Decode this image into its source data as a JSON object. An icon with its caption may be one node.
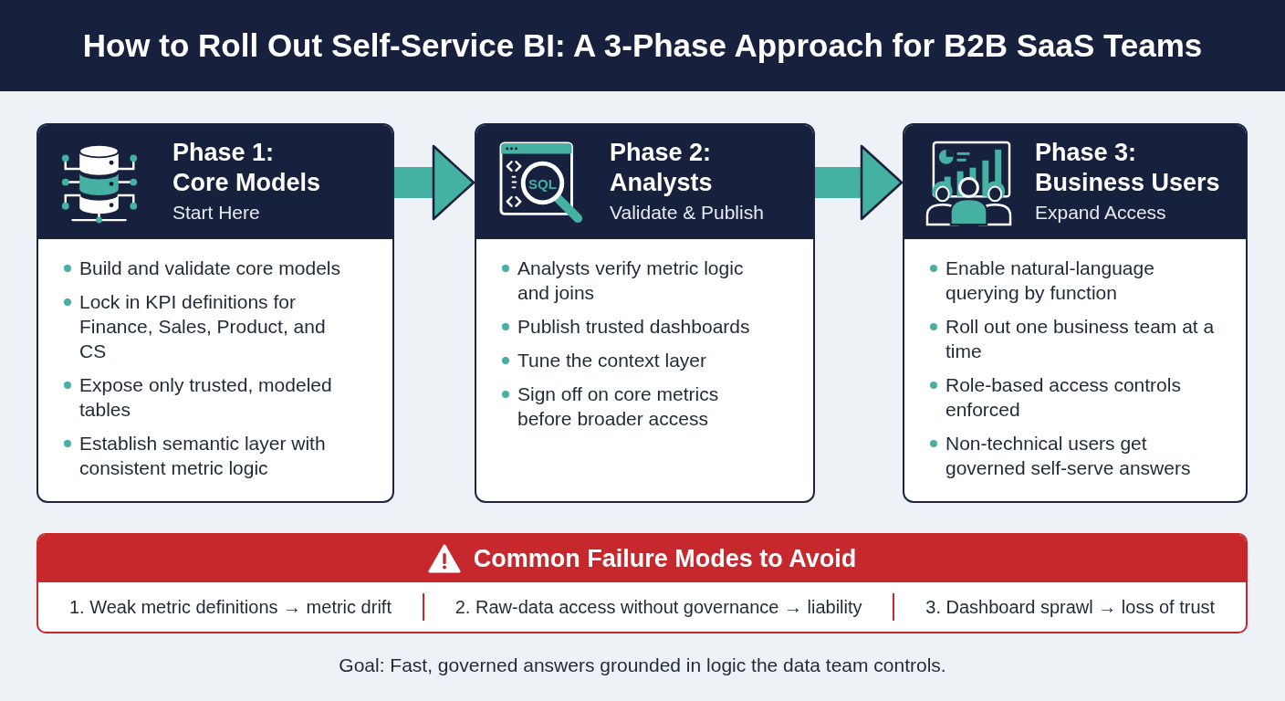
{
  "diagram": {
    "title": "How to Roll Out Self-Service BI: A 3-Phase Approach for B2B SaaS Teams",
    "caption": "Goal: Fast, governed answers grounded in logic the data team controls.",
    "nodes": [
      {
        "text": [
          "Phase 1: Core Models",
          "Start Here",
          "Build and validate core models",
          "Lock in KPI definitions for Finance, Sales, Product, and CS",
          "Expose only trusted, modeled tables",
          "Establish semantic layer with consistent metric logic"
        ]
      },
      {
        "text": [
          "Phase 2: Analysts",
          "Validate & Publish",
          "Analysts verify metric logic and joins",
          "Publish trusted dashboards",
          "Tune the context layer",
          "Sign off on core metrics before broader access"
        ]
      },
      {
        "text": [
          "Phase 3: Business Users",
          "Expand Access",
          "Enable natural-language querying by function",
          "Roll out one business team at a time",
          "Role-based access controls enforced",
          "Non-technical users get governed self-serve answers"
        ]
      },
      {
        "text": [
          "Common Failure Modes to Avoid",
          "1. Weak metric definitions → metric drift",
          "2. Raw-data access without governance → liability",
          "3. Dashboard sprawl → loss of trust"
        ]
      }
    ],
    "edges": [
      {
        "from": 0,
        "to": 1,
        "arrow": "to"
      },
      {
        "from": 1,
        "to": 2,
        "arrow": "to"
      }
    ],
    "labels": [
      "SQL"
    ]
  }
}
